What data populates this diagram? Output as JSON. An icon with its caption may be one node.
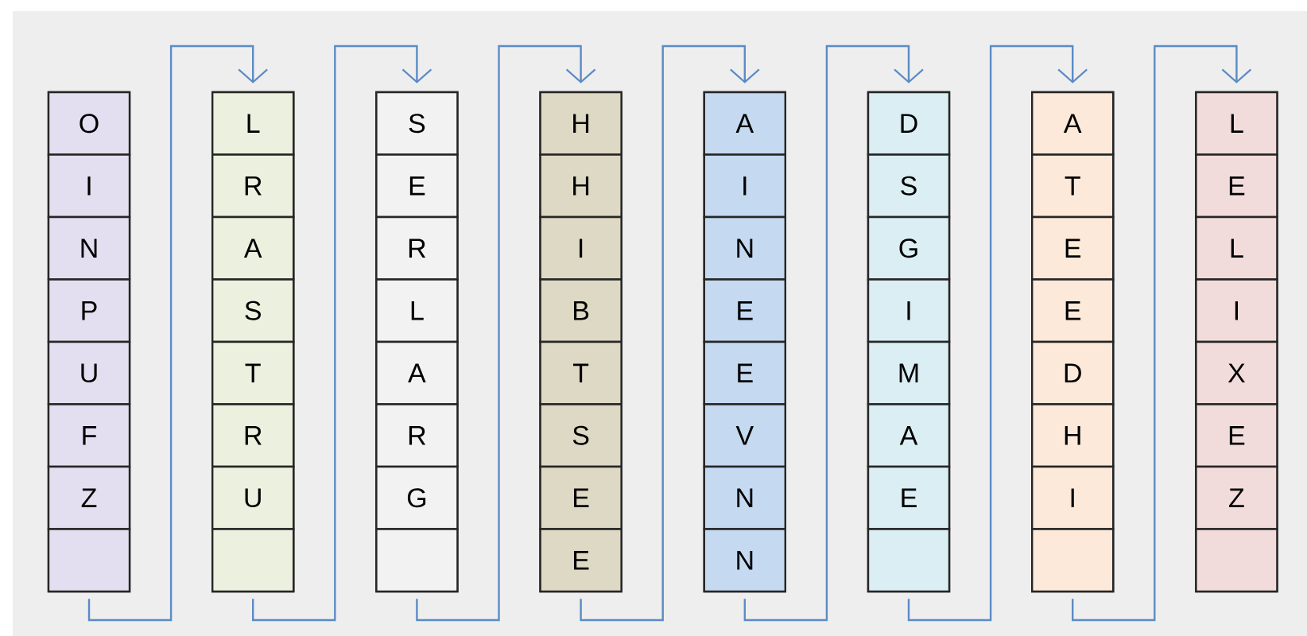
{
  "diagram": {
    "nodes": [
      {
        "text": [],
        "shape": "bar"
      },
      {
        "text": [
          "O"
        ],
        "in": 0
      },
      {
        "text": [
          "I"
        ],
        "in": 0
      },
      {
        "text": [
          "N"
        ],
        "in": 0
      },
      {
        "text": [
          "P"
        ],
        "in": 0
      },
      {
        "text": [
          "U"
        ],
        "in": 0
      },
      {
        "text": [
          "F"
        ],
        "in": 0
      },
      {
        "text": [
          "Z"
        ],
        "in": 0
      },
      {
        "text": [],
        "shape": "box",
        "in": 0
      },
      {
        "text": [],
        "shape": "bar"
      },
      {
        "text": [
          "L"
        ],
        "in": 9
      },
      {
        "text": [
          "R"
        ],
        "in": 9
      },
      {
        "text": [
          "A"
        ],
        "in": 9
      },
      {
        "text": [
          "S"
        ],
        "in": 9
      },
      {
        "text": [
          "T"
        ],
        "in": 9
      },
      {
        "text": [
          "R"
        ],
        "in": 9
      },
      {
        "text": [
          "U"
        ],
        "in": 9
      },
      {
        "text": [],
        "shape": "box",
        "in": 9
      },
      {
        "text": [],
        "shape": "bar"
      },
      {
        "text": [
          "S"
        ],
        "in": 18
      },
      {
        "text": [
          "E"
        ],
        "in": 18
      },
      {
        "text": [
          "R"
        ],
        "in": 18
      },
      {
        "text": [
          "L"
        ],
        "in": 18
      },
      {
        "text": [
          "A"
        ],
        "in": 18
      },
      {
        "text": [
          "R"
        ],
        "in": 18
      },
      {
        "text": [
          "G"
        ],
        "in": 18
      },
      {
        "text": [],
        "shape": "box",
        "in": 18
      },
      {
        "text": [],
        "shape": "bar"
      },
      {
        "text": [
          "H"
        ],
        "in": 27
      },
      {
        "text": [
          "H"
        ],
        "in": 27
      },
      {
        "text": [
          "I"
        ],
        "in": 27
      },
      {
        "text": [
          "B"
        ],
        "in": 27
      },
      {
        "text": [
          "T"
        ],
        "in": 27
      },
      {
        "text": [
          "S"
        ],
        "in": 27
      },
      {
        "text": [
          "E"
        ],
        "in": 27
      },
      {
        "text": [
          "E"
        ],
        "in": 27
      },
      {
        "text": [],
        "shape": "bar"
      },
      {
        "text": [
          "A"
        ],
        "in": 36
      },
      {
        "text": [
          "I"
        ],
        "in": 36
      },
      {
        "text": [
          "N"
        ],
        "in": 36
      },
      {
        "text": [
          "E"
        ],
        "in": 36
      },
      {
        "text": [
          "E"
        ],
        "in": 36
      },
      {
        "text": [
          "V"
        ],
        "in": 36
      },
      {
        "text": [
          "N"
        ],
        "in": 36
      },
      {
        "text": [
          "N"
        ],
        "in": 36
      },
      {
        "text": [],
        "shape": "bar"
      },
      {
        "text": [
          "D"
        ],
        "in": 45
      },
      {
        "text": [
          "S"
        ],
        "in": 45
      },
      {
        "text": [
          "G"
        ],
        "in": 45
      },
      {
        "text": [
          "I"
        ],
        "in": 45
      },
      {
        "text": [
          "M"
        ],
        "in": 45
      },
      {
        "text": [
          "A"
        ],
        "in": 45
      },
      {
        "text": [
          "E"
        ],
        "in": 45
      },
      {
        "text": [],
        "shape": "box",
        "in": 45
      },
      {
        "text": [],
        "shape": "bar"
      },
      {
        "text": [
          "A"
        ],
        "in": 54
      },
      {
        "text": [
          "T"
        ],
        "in": 54
      },
      {
        "text": [
          "E"
        ],
        "in": 54
      },
      {
        "text": [
          "E"
        ],
        "in": 54
      },
      {
        "text": [
          "D"
        ],
        "in": 54
      },
      {
        "text": [
          "H"
        ],
        "in": 54
      },
      {
        "text": [
          "I"
        ],
        "in": 54
      },
      {
        "text": [],
        "shape": "box",
        "in": 54
      },
      {
        "text": [],
        "shape": "bar"
      },
      {
        "text": [
          "L"
        ],
        "in": 63
      },
      {
        "text": [
          "E"
        ],
        "in": 63
      },
      {
        "text": [
          "L"
        ],
        "in": 63
      },
      {
        "text": [
          "I"
        ],
        "in": 63
      },
      {
        "text": [
          "X"
        ],
        "in": 63
      },
      {
        "text": [
          "E"
        ],
        "in": 63
      },
      {
        "text": [
          "Z"
        ],
        "in": 63
      },
      {
        "text": [],
        "shape": "box",
        "in": 63
      }
    ],
    "edges": [
      {
        "from": 0,
        "to": 9,
        "arrow": "to"
      },
      {
        "from": 9,
        "to": 18,
        "arrow": "to"
      },
      {
        "from": 18,
        "to": 27,
        "arrow": "to"
      },
      {
        "from": 27,
        "to": 36,
        "arrow": "to"
      },
      {
        "from": 36,
        "to": 45,
        "arrow": "to"
      },
      {
        "from": 45,
        "to": 54,
        "arrow": "to"
      },
      {
        "from": 54,
        "to": 63,
        "arrow": "to"
      }
    ]
  }
}
